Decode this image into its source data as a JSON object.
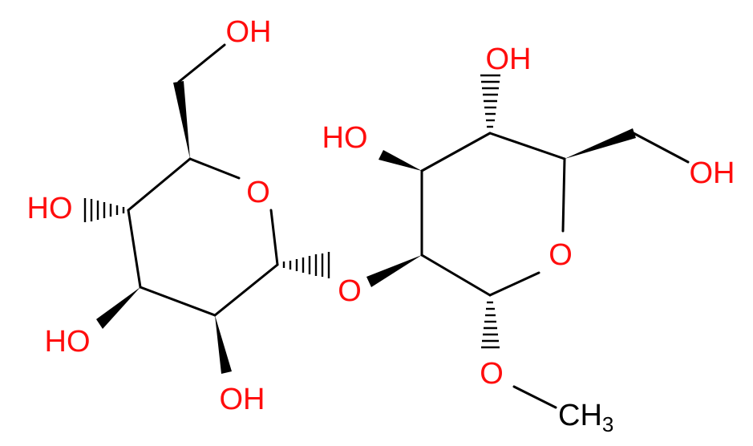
{
  "labels": {
    "oh_c6_left": "OH",
    "oh_c4_left": "HO",
    "oh_c3_left": "HO",
    "oh_c2_left": "OH",
    "o_ring_left": "O",
    "o_glycosidic": "O",
    "oh_c3_right": "HO",
    "oh_c4_right": "OH",
    "oh_c6_right": "OH",
    "o_ring_right": "O",
    "o_methoxy": "O",
    "methyl_c": "CH",
    "methyl_sub": "3"
  },
  "colors": {
    "bond": "#000000",
    "heteroatom": "#ff0d0d",
    "carbon": "#000000"
  }
}
